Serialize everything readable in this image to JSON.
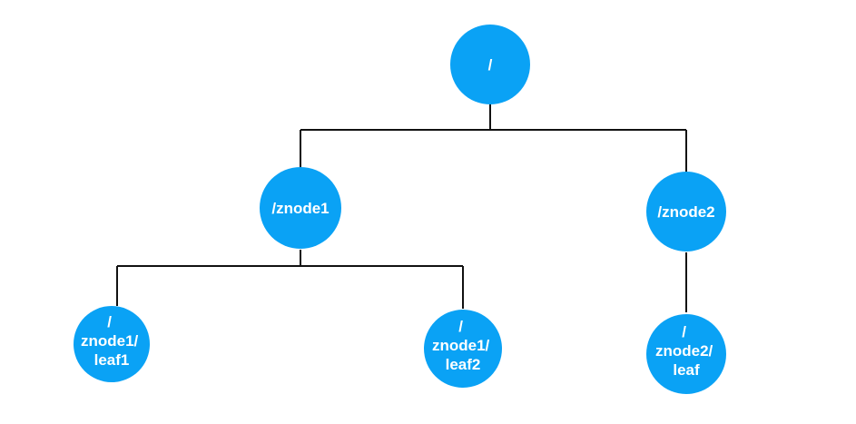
{
  "diagram": {
    "node_color": "#0aa2f5",
    "line_color": "#111111",
    "nodes": {
      "root": {
        "label_lines": [
          "/"
        ]
      },
      "znode1": {
        "label_lines": [
          "/znode1"
        ]
      },
      "znode2": {
        "label_lines": [
          "/znode2"
        ]
      },
      "znode1_leaf1": {
        "label_lines": [
          "/",
          "znode1/",
          "leaf1"
        ]
      },
      "znode1_leaf2": {
        "label_lines": [
          "/",
          "znode1/",
          "leaf2"
        ]
      },
      "znode2_leaf": {
        "label_lines": [
          "/",
          "znode2/",
          "leaf"
        ]
      }
    }
  }
}
